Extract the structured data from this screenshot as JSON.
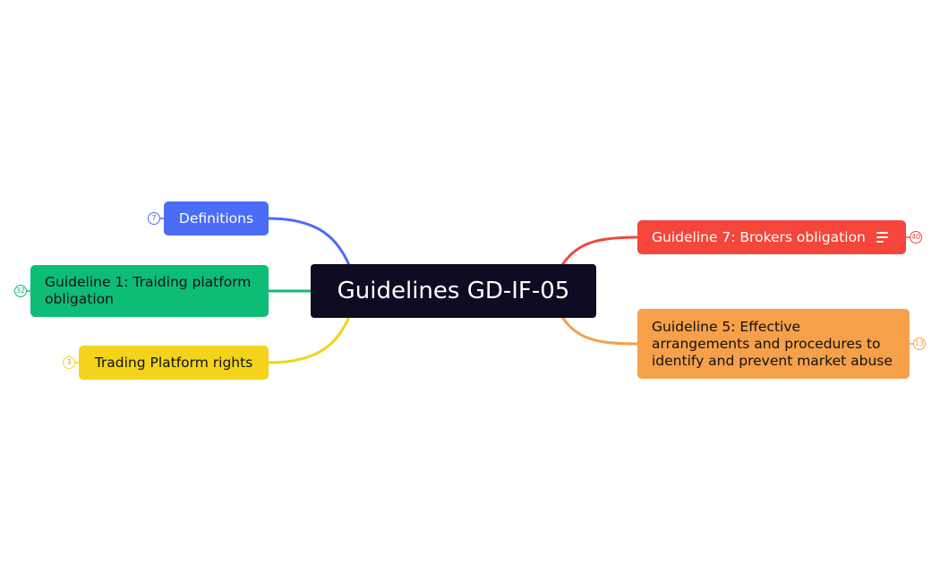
{
  "root": {
    "title": "Guidelines GD-IF-05"
  },
  "topics": [
    {
      "id": "definitions",
      "label": "Definitions",
      "count": "7",
      "color": "#4a6cf7"
    },
    {
      "id": "guideline-1",
      "label": "Guideline 1: Traiding platform obligation",
      "count": "32",
      "color": "#0dbd75"
    },
    {
      "id": "trading-platform-rights",
      "label": "Trading Platform rights",
      "count": "3",
      "color": "#f3d31c"
    },
    {
      "id": "guideline-7",
      "label": "Guideline 7: Brokers obligation",
      "count": "40",
      "color": "#f4463a",
      "has_notes": true
    },
    {
      "id": "guideline-5",
      "label": "Guideline 5: Effective arrangements and procedures to identify and prevent market abuse",
      "count": "13",
      "color": "#f6a04a"
    }
  ],
  "colors": {
    "root_bg": "#0d0c22",
    "canvas_bg": "#ffffff"
  },
  "icons": {
    "notes": "notes-icon"
  }
}
